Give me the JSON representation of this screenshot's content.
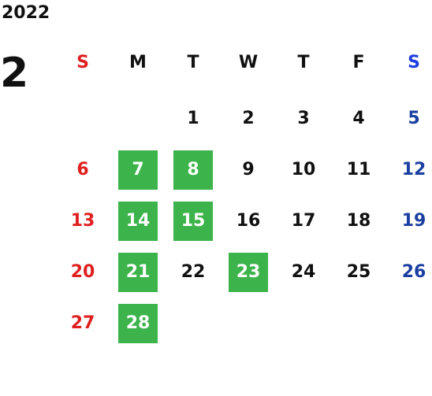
{
  "year": "2022",
  "month": "2",
  "colors": {
    "sunday": "#e02020",
    "saturday": "#1a3fa0",
    "saturday_header": "#1f3fe0",
    "weekday": "#111111",
    "highlight_bg": "#3cb44b",
    "highlight_text": "#ffffff"
  },
  "weekdays": [
    "S",
    "M",
    "T",
    "W",
    "T",
    "F",
    "S"
  ],
  "days": [
    {
      "label": "1",
      "col": 2,
      "row": 0,
      "highlight": false
    },
    {
      "label": "2",
      "col": 3,
      "row": 0,
      "highlight": false
    },
    {
      "label": "3",
      "col": 4,
      "row": 0,
      "highlight": false
    },
    {
      "label": "4",
      "col": 5,
      "row": 0,
      "highlight": false
    },
    {
      "label": "5",
      "col": 6,
      "row": 0,
      "highlight": false
    },
    {
      "label": "6",
      "col": 0,
      "row": 1,
      "highlight": false
    },
    {
      "label": "7",
      "col": 1,
      "row": 1,
      "highlight": true
    },
    {
      "label": "8",
      "col": 2,
      "row": 1,
      "highlight": true
    },
    {
      "label": "9",
      "col": 3,
      "row": 1,
      "highlight": false
    },
    {
      "label": "10",
      "col": 4,
      "row": 1,
      "highlight": false
    },
    {
      "label": "11",
      "col": 5,
      "row": 1,
      "highlight": false
    },
    {
      "label": "12",
      "col": 6,
      "row": 1,
      "highlight": false
    },
    {
      "label": "13",
      "col": 0,
      "row": 2,
      "highlight": false
    },
    {
      "label": "14",
      "col": 1,
      "row": 2,
      "highlight": true
    },
    {
      "label": "15",
      "col": 2,
      "row": 2,
      "highlight": true
    },
    {
      "label": "16",
      "col": 3,
      "row": 2,
      "highlight": false
    },
    {
      "label": "17",
      "col": 4,
      "row": 2,
      "highlight": false
    },
    {
      "label": "18",
      "col": 5,
      "row": 2,
      "highlight": false
    },
    {
      "label": "19",
      "col": 6,
      "row": 2,
      "highlight": false
    },
    {
      "label": "20",
      "col": 0,
      "row": 3,
      "highlight": false
    },
    {
      "label": "21",
      "col": 1,
      "row": 3,
      "highlight": true
    },
    {
      "label": "22",
      "col": 2,
      "row": 3,
      "highlight": false
    },
    {
      "label": "23",
      "col": 3,
      "row": 3,
      "highlight": true
    },
    {
      "label": "24",
      "col": 4,
      "row": 3,
      "highlight": false
    },
    {
      "label": "25",
      "col": 5,
      "row": 3,
      "highlight": false
    },
    {
      "label": "26",
      "col": 6,
      "row": 3,
      "highlight": false
    },
    {
      "label": "27",
      "col": 0,
      "row": 4,
      "highlight": false
    },
    {
      "label": "28",
      "col": 1,
      "row": 4,
      "highlight": true
    }
  ]
}
